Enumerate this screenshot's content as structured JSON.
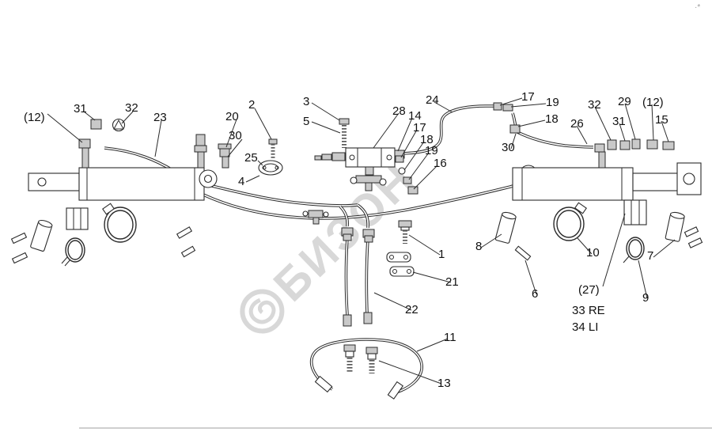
{
  "watermark": {
    "text": "БИЗОН",
    "corner_mark": "·*"
  },
  "colors": {
    "line": "#2b2b2b",
    "watermark_gray": "#a9a9a9",
    "background": "#ffffff",
    "metal_fill": "#c9c9c9"
  },
  "diagram": {
    "type": "exploded-parts-diagram",
    "labels": [
      {
        "text": "(12)"
      },
      {
        "text": "31"
      },
      {
        "text": "32"
      },
      {
        "text": "23"
      },
      {
        "text": "20"
      },
      {
        "text": "2"
      },
      {
        "text": "30"
      },
      {
        "text": "25"
      },
      {
        "text": "4"
      },
      {
        "text": "3"
      },
      {
        "text": "5"
      },
      {
        "text": "28"
      },
      {
        "text": "14"
      },
      {
        "text": "24"
      },
      {
        "text": "17"
      },
      {
        "text": "18"
      },
      {
        "text": "19"
      },
      {
        "text": "16"
      },
      {
        "text": "17"
      },
      {
        "text": "19"
      },
      {
        "text": "18"
      },
      {
        "text": "30"
      },
      {
        "text": "26"
      },
      {
        "text": "32"
      },
      {
        "text": "29"
      },
      {
        "text": "(12)"
      },
      {
        "text": "31"
      },
      {
        "text": "15"
      },
      {
        "text": "1"
      },
      {
        "text": "8"
      },
      {
        "text": "21"
      },
      {
        "text": "6"
      },
      {
        "text": "10"
      },
      {
        "text": "7"
      },
      {
        "text": "9"
      },
      {
        "text": "(27)"
      },
      {
        "text": "33 RE"
      },
      {
        "text": "34 LI"
      },
      {
        "text": "22"
      },
      {
        "text": "11"
      },
      {
        "text": "13"
      }
    ]
  }
}
